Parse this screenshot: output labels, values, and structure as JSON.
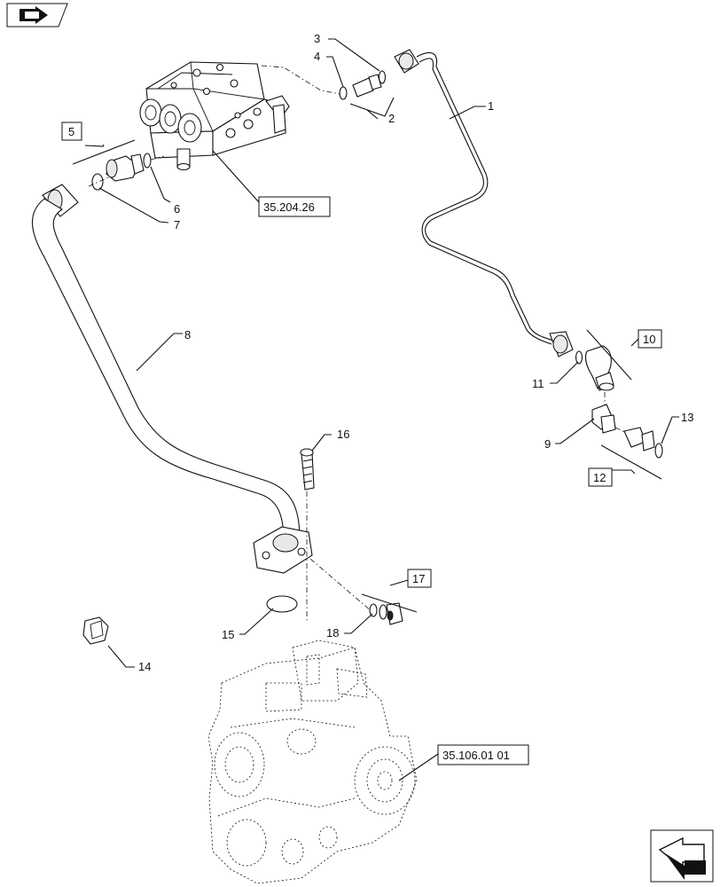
{
  "callouts": {
    "c1": "1",
    "c2": "2",
    "c3": "3",
    "c4": "4",
    "c5": "5",
    "c6": "6",
    "c7": "7",
    "c8": "8",
    "c9": "9",
    "c10": "10",
    "c11": "11",
    "c12": "12",
    "c13": "13",
    "c14": "14",
    "c15": "15",
    "c16": "16",
    "c17": "17",
    "c18": "18"
  },
  "references": {
    "valve": "35.204.26",
    "pump": "35.106.01 01"
  },
  "icons": {
    "top_left": "section-arrow-icon",
    "bottom_right": "next-page-arrow-icon"
  }
}
